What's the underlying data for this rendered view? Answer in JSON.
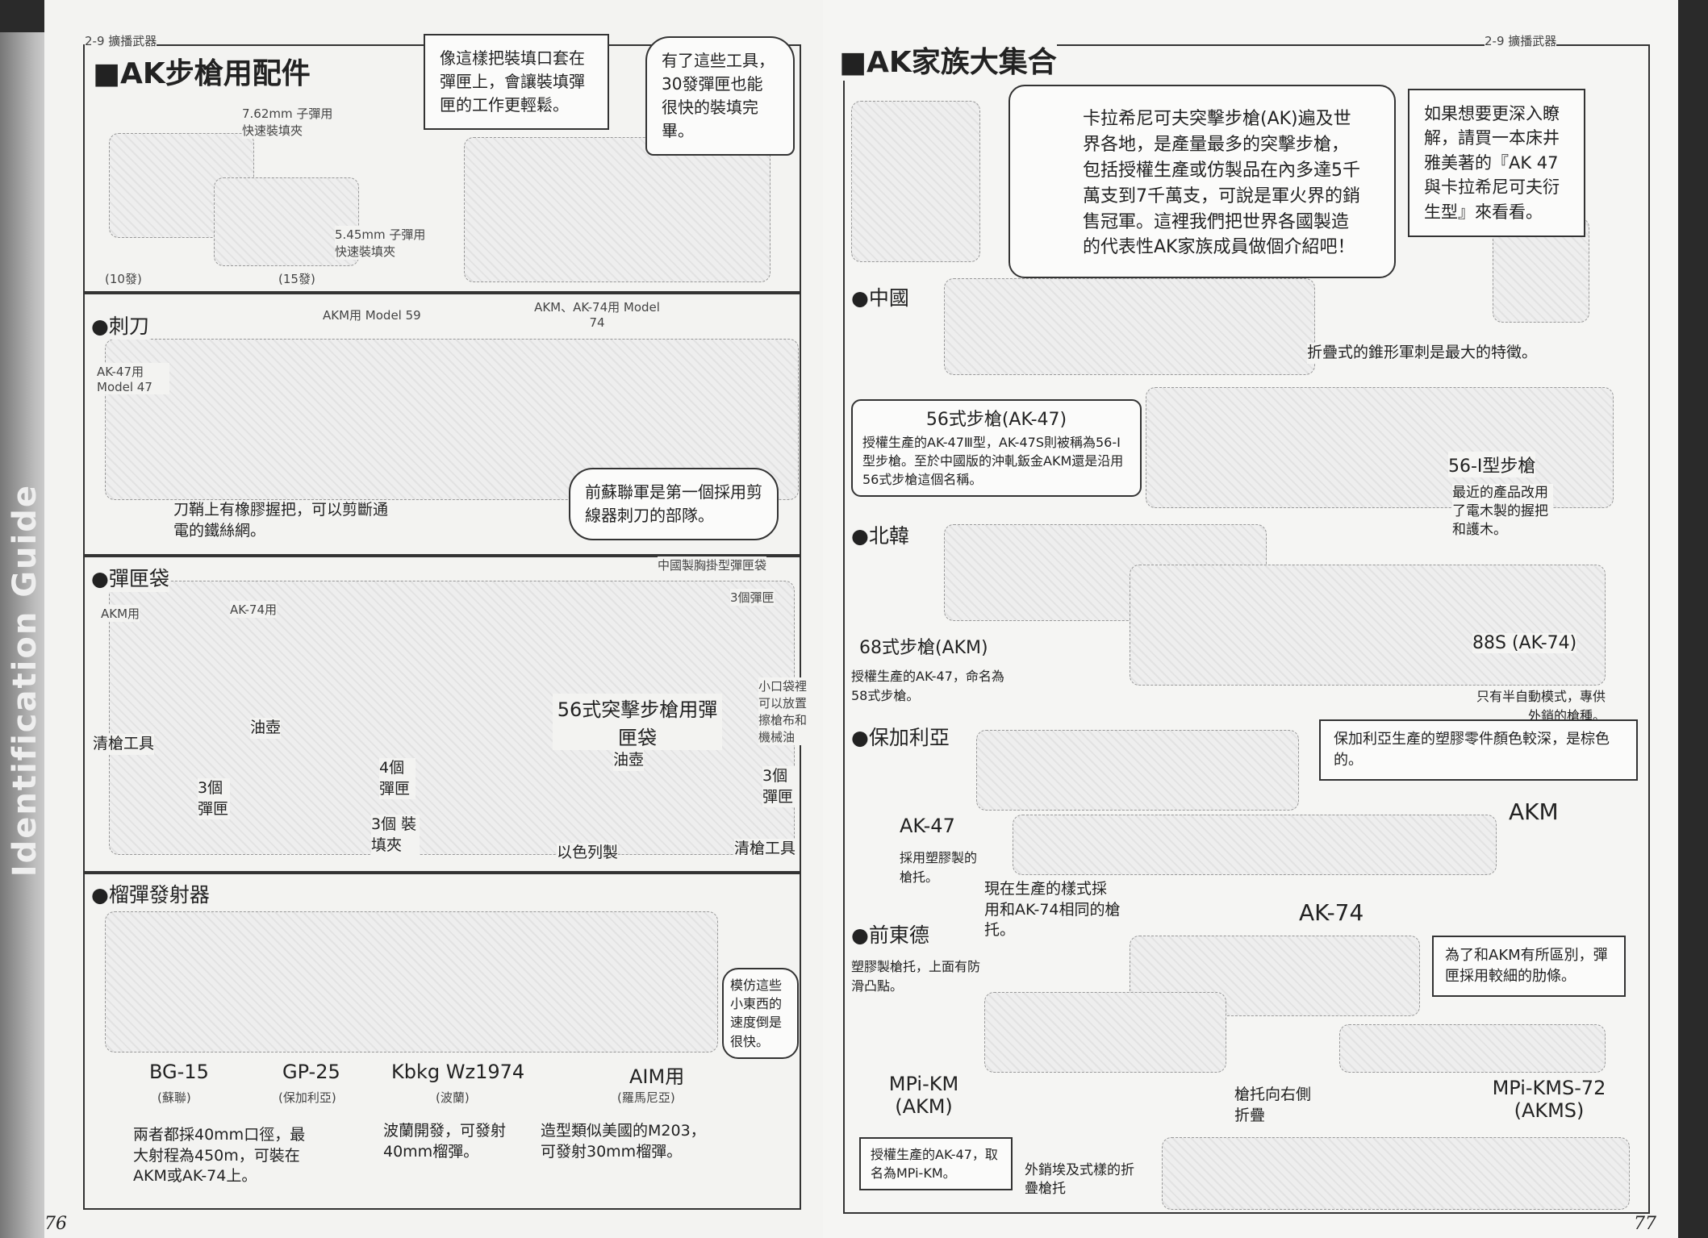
{
  "spine": {
    "text": "Identification Guide"
  },
  "left": {
    "running_head": "2-9 擴播武器",
    "title": "■AK步槍用配件",
    "callout1": "像這樣把裝填口套在彈匣上，會讓裝填彈匣的工作更輕鬆。",
    "callout2": "有了這些工具，30發彈匣也能很快的裝填完畢。",
    "clip762": "7.62mm 子彈用 快速裝填夾",
    "clip545": "5.45mm 子彈用 快速裝填夾",
    "count10": "(10發)",
    "count15": "(15發)",
    "bayonet": {
      "heading": "●刺刀",
      "ak47": "AK-47用 Model 47",
      "akm": "AKM用 Model 59",
      "ak74": "AKM、AK-74用 Model 74",
      "note": "刀鞘上有橡膠握把，可以剪斷通電的鐵絲網。",
      "bubble": "前蘇聯軍是第一個採用剪線器刺刀的部隊。"
    },
    "pouch": {
      "heading": "●彈匣袋",
      "akm": "AKM用",
      "ak74": "AK-74用",
      "chest": "中國製胸掛型彈匣袋",
      "three_mag": "3個彈匣",
      "tool": "清槍工具",
      "oil": "油壺",
      "mag3": "3個 彈匣",
      "mag4": "4個 彈匣",
      "clip3": "3個 裝填夾",
      "type56": "56式突擊步槍用彈匣袋",
      "small_pocket": "小口袋裡可以放置擦槍布和機械油",
      "oil2": "油壺",
      "mag3b": "3個 彈匣",
      "tool2": "清槍工具",
      "israel": "以色列製"
    },
    "grenade": {
      "heading": "●榴彈發射器",
      "bg15": "BG-15",
      "bg15_c": "(蘇聯)",
      "gp25": "GP-25",
      "gp25_c": "(保加利亞)",
      "kbkg": "Kbkg Wz1974",
      "kbkg_c": "(波蘭)",
      "aim": "AIM用",
      "aim_c": "(羅馬尼亞)",
      "note1": "兩者都採40mm口徑，最大射程為450m，可裝在AKM或AK-74上。",
      "note2": "波蘭開發，可發射40mm榴彈。",
      "note3": "造型類似美國的M203，可發射30mm榴彈。",
      "bubble": "模仿這些小東西的速度倒是很快。"
    },
    "page_num": "76"
  },
  "right": {
    "running_head": "2-9 擴播武器",
    "title": "■AK家族大集合",
    "intro": "卡拉希尼可夫突擊步槍(AK)遍及世界各地，是產量最多的突擊步槍，包括授權生產或仿製品在內多達5千萬支到7千萬支，可說是軍火界的銷售冠軍。這裡我們把世界各國製造的代表性AK家族成員做個介紹吧！",
    "tip": "如果想要更深入瞭解，請買一本床井雅美著的『AK 47與卡拉希尼可夫衍生型』來看看。",
    "china": {
      "heading": "●中國",
      "bayonet_note": "折疊式的錐形軍刺是最大的特徵。",
      "t56_title": "56式步槍(AK-47)",
      "t56_desc": "授權生產的AK-47Ⅲ型，AK-47S則被稱為56-Ⅰ型步槍。至於中國版的沖軋鈑金AKM還是沿用56式步槍這個名稱。",
      "t561": "56-Ⅰ型步槍",
      "t561_desc": "最近的產品改用了電木製的握把和護木。"
    },
    "nkorea": {
      "heading": "●北韓",
      "t68": "68式步槍(AKM)",
      "t68_desc": "授權生產的AK-47，命名為58式步槍。",
      "t88": "88S (AK-74)",
      "t88_desc": "只有半自動模式，專供外銷的槍種。"
    },
    "bulgaria": {
      "heading": "●保加利亞",
      "note": "保加利亞生產的塑膠零件顏色較深，是棕色的。",
      "ak47": "AK-47",
      "ak47_desc": "採用塑膠製的槍托。",
      "akm": "AKM",
      "current": "現在生產的樣式採用和AK-74相同的槍托。",
      "ak74": "AK-74",
      "ak74_desc": "為了和AKM有所區別，彈匣採用較細的肋條。"
    },
    "gdr": {
      "heading": "●前東德",
      "stock_note": "塑膠製槍托，上面有防滑凸點。",
      "mpikm": "MPi-KM (AKM)",
      "mpikm_desc": "授權生產的AK-47，取名為MPi-KM。",
      "fold": "槍托向右側折疊",
      "mpikms": "MPi-KMS-72 (AKMS)",
      "ext": "外銷埃及式樣的折疊槍托"
    },
    "page_num": "77"
  }
}
